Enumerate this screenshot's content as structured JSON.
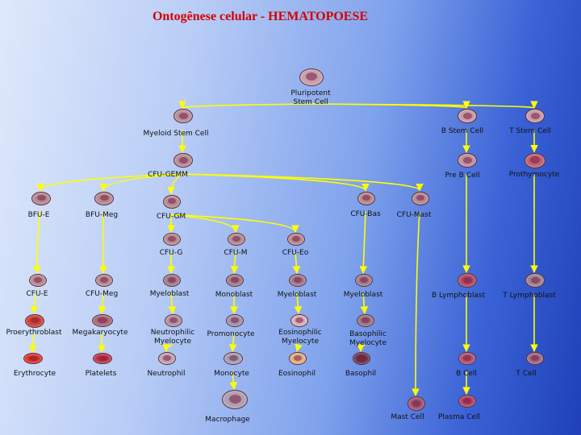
{
  "title": "Ontogênese celular - HEMATOPOESE",
  "colors": {
    "title": "#d40000",
    "connector": "#ffff00",
    "cell_default": "#b89098"
  },
  "nodes": [
    {
      "id": "pluripotent",
      "label": "Pluripotent Stem Cell"
    },
    {
      "id": "myeloid",
      "label": "Myeloid Stem Cell"
    },
    {
      "id": "bstem",
      "label": "B Stem Cell"
    },
    {
      "id": "tstem",
      "label": "T Stem Cell"
    },
    {
      "id": "cfugemm",
      "label": "CFU-GEMM"
    },
    {
      "id": "preb",
      "label": "Pre B Cell"
    },
    {
      "id": "prothymocyte",
      "label": "Prothymocyte"
    },
    {
      "id": "bfue",
      "label": "BFU-E"
    },
    {
      "id": "bfumeg",
      "label": "BFU-Meg"
    },
    {
      "id": "cfugm",
      "label": "CFU-GM"
    },
    {
      "id": "cfubas",
      "label": "CFU-Bas"
    },
    {
      "id": "cfumast",
      "label": "CFU-Mast"
    },
    {
      "id": "cfug",
      "label": "CFU-G"
    },
    {
      "id": "cfum",
      "label": "CFU-M"
    },
    {
      "id": "cfueo",
      "label": "CFU-Eo"
    },
    {
      "id": "cfue",
      "label": "CFU-E"
    },
    {
      "id": "cfumeg",
      "label": "CFU-Meg"
    },
    {
      "id": "myeloblast1",
      "label": "Myeloblast"
    },
    {
      "id": "monoblast",
      "label": "Monoblast"
    },
    {
      "id": "myeloblast2",
      "label": "Myeloblast"
    },
    {
      "id": "myeloblast3",
      "label": "Myeloblast"
    },
    {
      "id": "blymphoblast",
      "label": "B Lymphoblast"
    },
    {
      "id": "tlymphoblast",
      "label": "T Lymphoblast"
    },
    {
      "id": "proerythroblast",
      "label": "Proerythroblast"
    },
    {
      "id": "megakaryocyte",
      "label": "Megakaryocyte"
    },
    {
      "id": "neutmyelocyte",
      "label": "Neutrophilic Myelocyte"
    },
    {
      "id": "promonocyte",
      "label": "Promonocyte"
    },
    {
      "id": "eosmyelocyte",
      "label": "Eosinophilic Myelocyte"
    },
    {
      "id": "basmyelocyte",
      "label": "Basophilic Myelocyte"
    },
    {
      "id": "erythrocyte",
      "label": "Erythrocyte"
    },
    {
      "id": "platelets",
      "label": "Platelets"
    },
    {
      "id": "neutrophil",
      "label": "Neutrophil"
    },
    {
      "id": "monocyte",
      "label": "Monocyte"
    },
    {
      "id": "eosinophil",
      "label": "Eosinophil"
    },
    {
      "id": "basophil",
      "label": "Basophil"
    },
    {
      "id": "bcell",
      "label": "B Cell"
    },
    {
      "id": "tcell",
      "label": "T Cell"
    },
    {
      "id": "macrophage",
      "label": "Macrophage"
    },
    {
      "id": "mastcell",
      "label": "Mast Cell"
    },
    {
      "id": "plasmacell",
      "label": "Plasma Cell"
    }
  ],
  "edges": [
    [
      "pluripotent",
      "myeloid"
    ],
    [
      "pluripotent",
      "bstem"
    ],
    [
      "pluripotent",
      "tstem"
    ],
    [
      "myeloid",
      "cfugemm"
    ],
    [
      "bstem",
      "preb"
    ],
    [
      "tstem",
      "prothymocyte"
    ],
    [
      "cfugemm",
      "bfue"
    ],
    [
      "cfugemm",
      "bfumeg"
    ],
    [
      "cfugemm",
      "cfugm"
    ],
    [
      "cfugemm",
      "cfubas"
    ],
    [
      "cfugemm",
      "cfumast"
    ],
    [
      "cfugm",
      "cfug"
    ],
    [
      "cfugm",
      "cfum"
    ],
    [
      "cfugm",
      "cfueo"
    ],
    [
      "bfue",
      "cfue"
    ],
    [
      "bfumeg",
      "cfumeg"
    ],
    [
      "cfug",
      "myeloblast1"
    ],
    [
      "cfum",
      "monoblast"
    ],
    [
      "cfueo",
      "myeloblast2"
    ],
    [
      "cfubas",
      "myeloblast3"
    ],
    [
      "preb",
      "blymphoblast"
    ],
    [
      "prothymocyte",
      "tlymphoblast"
    ],
    [
      "cfue",
      "proerythroblast"
    ],
    [
      "cfumeg",
      "megakaryocyte"
    ],
    [
      "myeloblast1",
      "neutmyelocyte"
    ],
    [
      "monoblast",
      "promonocyte"
    ],
    [
      "myeloblast2",
      "eosmyelocyte"
    ],
    [
      "myeloblast3",
      "basmyelocyte"
    ],
    [
      "proerythroblast",
      "erythrocyte"
    ],
    [
      "megakaryocyte",
      "platelets"
    ],
    [
      "neutmyelocyte",
      "neutrophil"
    ],
    [
      "promonocyte",
      "monocyte"
    ],
    [
      "eosmyelocyte",
      "eosinophil"
    ],
    [
      "basmyelocyte",
      "basophil"
    ],
    [
      "blymphoblast",
      "bcell"
    ],
    [
      "tlymphoblast",
      "tcell"
    ],
    [
      "monocyte",
      "macrophage"
    ],
    [
      "cfumast",
      "mastcell"
    ],
    [
      "bcell",
      "plasmacell"
    ]
  ]
}
